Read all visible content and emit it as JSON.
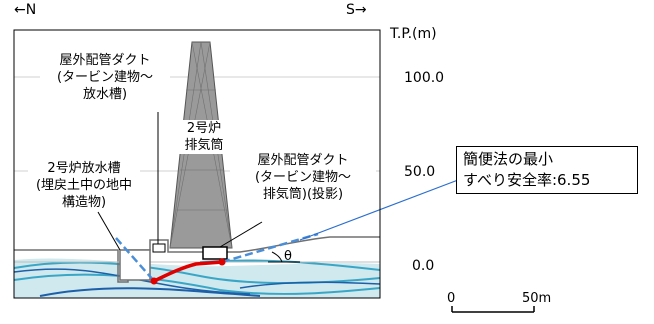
{
  "directions": {
    "north": "←N",
    "south": "S→"
  },
  "elevation": {
    "unit_label": "T.P.(m)",
    "ticks": [
      {
        "label": "100.0",
        "value": 100
      },
      {
        "label": "50.0",
        "value": 50
      },
      {
        "label": "0.0",
        "value": 0
      }
    ]
  },
  "labels": {
    "duct_turbine_tank": "屋外配管ダクト\n(タービン建物～\n放水槽)",
    "stack": "2号炉\n排気筒",
    "duct_turbine_stack": "屋外配管ダクト\n(タービン建物～\n排気筒)(投影)",
    "discharge_tank": "2号炉放水槽\n(埋戻土中の地中\n構造物)",
    "theta": "θ"
  },
  "result_box": {
    "text": "簡便法の最小\nすべり安全率:6.55",
    "safety_factor": 6.55
  },
  "scale_bar": {
    "start_label": "0",
    "end_label": "50m",
    "length_m": 50
  },
  "colors": {
    "slip_line": "#e00000",
    "dashed_line": "#4a8ed8",
    "stack_fill": "#9a9a9a",
    "ground_fill": "#ffffff",
    "strata_fill": "#cfe9ee",
    "strata_lines": "#3aa6c6",
    "strata_dark": "#1d5fa8"
  }
}
